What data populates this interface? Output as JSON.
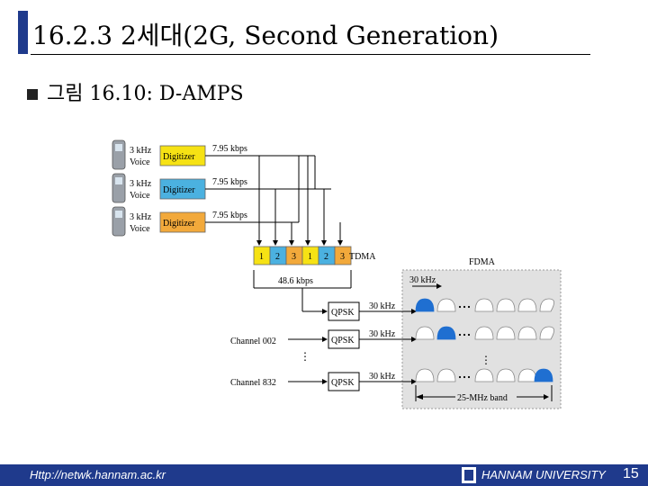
{
  "slide": {
    "title": "16.2.3 2세대(2G, Second Generation)",
    "bullet": "그림 16.10: D-AMPS"
  },
  "figure": {
    "voice_label_1": "3 kHz",
    "voice_label_2": "Voice",
    "digitizer": "Digitizer",
    "rate_in": "7.95 kbps",
    "slots": [
      "1",
      "2",
      "3",
      "1",
      "2",
      "3"
    ],
    "tdma": "TDMA",
    "fdma": "FDMA",
    "rate_out": "48.6 kbps",
    "qpsk": "QPSK",
    "band": "30 kHz",
    "band_top": "30 kHz",
    "channel_002": "Channel 002",
    "channel_832": "Channel 832",
    "total_band": "25-MHz band",
    "colors": {
      "digitizer_1": "#f6e214",
      "digitizer_2": "#4bb1e0",
      "digitizer_3": "#f2a93b",
      "fdma_panel": "#e1e1e1",
      "active_lobe": "#1f6fd1"
    }
  },
  "footer": {
    "url": "Http://netwk.hannam.ac.kr",
    "university": "HANNAM  UNIVERSITY",
    "page": "15"
  }
}
